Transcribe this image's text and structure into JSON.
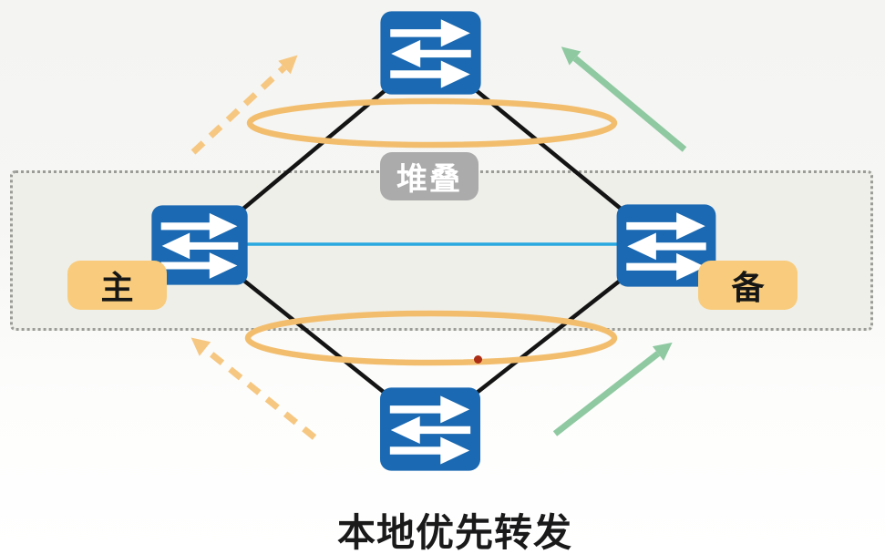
{
  "labels": {
    "master": "主",
    "backup": "备",
    "stack": "堆叠",
    "caption": "本地优先转发"
  },
  "nodes": [
    {
      "name": "switch-top",
      "icon": "switch-icon"
    },
    {
      "name": "switch-left",
      "icon": "switch-icon",
      "tag": "主"
    },
    {
      "name": "switch-right",
      "icon": "switch-icon",
      "tag": "备"
    },
    {
      "name": "switch-bottom",
      "icon": "switch-icon"
    }
  ],
  "links": {
    "diamond_links": "black solid lines between top/left/right/bottom switches",
    "stack_link": "cyan horizontal line between left and right switches",
    "link_groups": "two orange ellipses circling the upper and lower link pairs",
    "dashed_flows": "orange dashed arrows on the left side",
    "solid_flows": "green solid arrows on the right side"
  },
  "colors": {
    "switch_blue": "#1A69B2",
    "link_black": "#141414",
    "stack_link_cyan": "#29A8DF",
    "ellipse_orange": "#F2BE6E",
    "dashed_arrow_orange": "#F6C781",
    "green_arrow": "#8FC9A1",
    "label_bg_orange": "#F8CC7C",
    "stack_label_bg": "#ABABAB",
    "stack_box_fill": "#EFEFEA",
    "stack_box_border": "#9B9B97",
    "red_dot": "#AC2D15",
    "background_top": "#F4F4F2",
    "background_bottom": "#FFFFFF",
    "caption_color": "#1A1A1A"
  }
}
